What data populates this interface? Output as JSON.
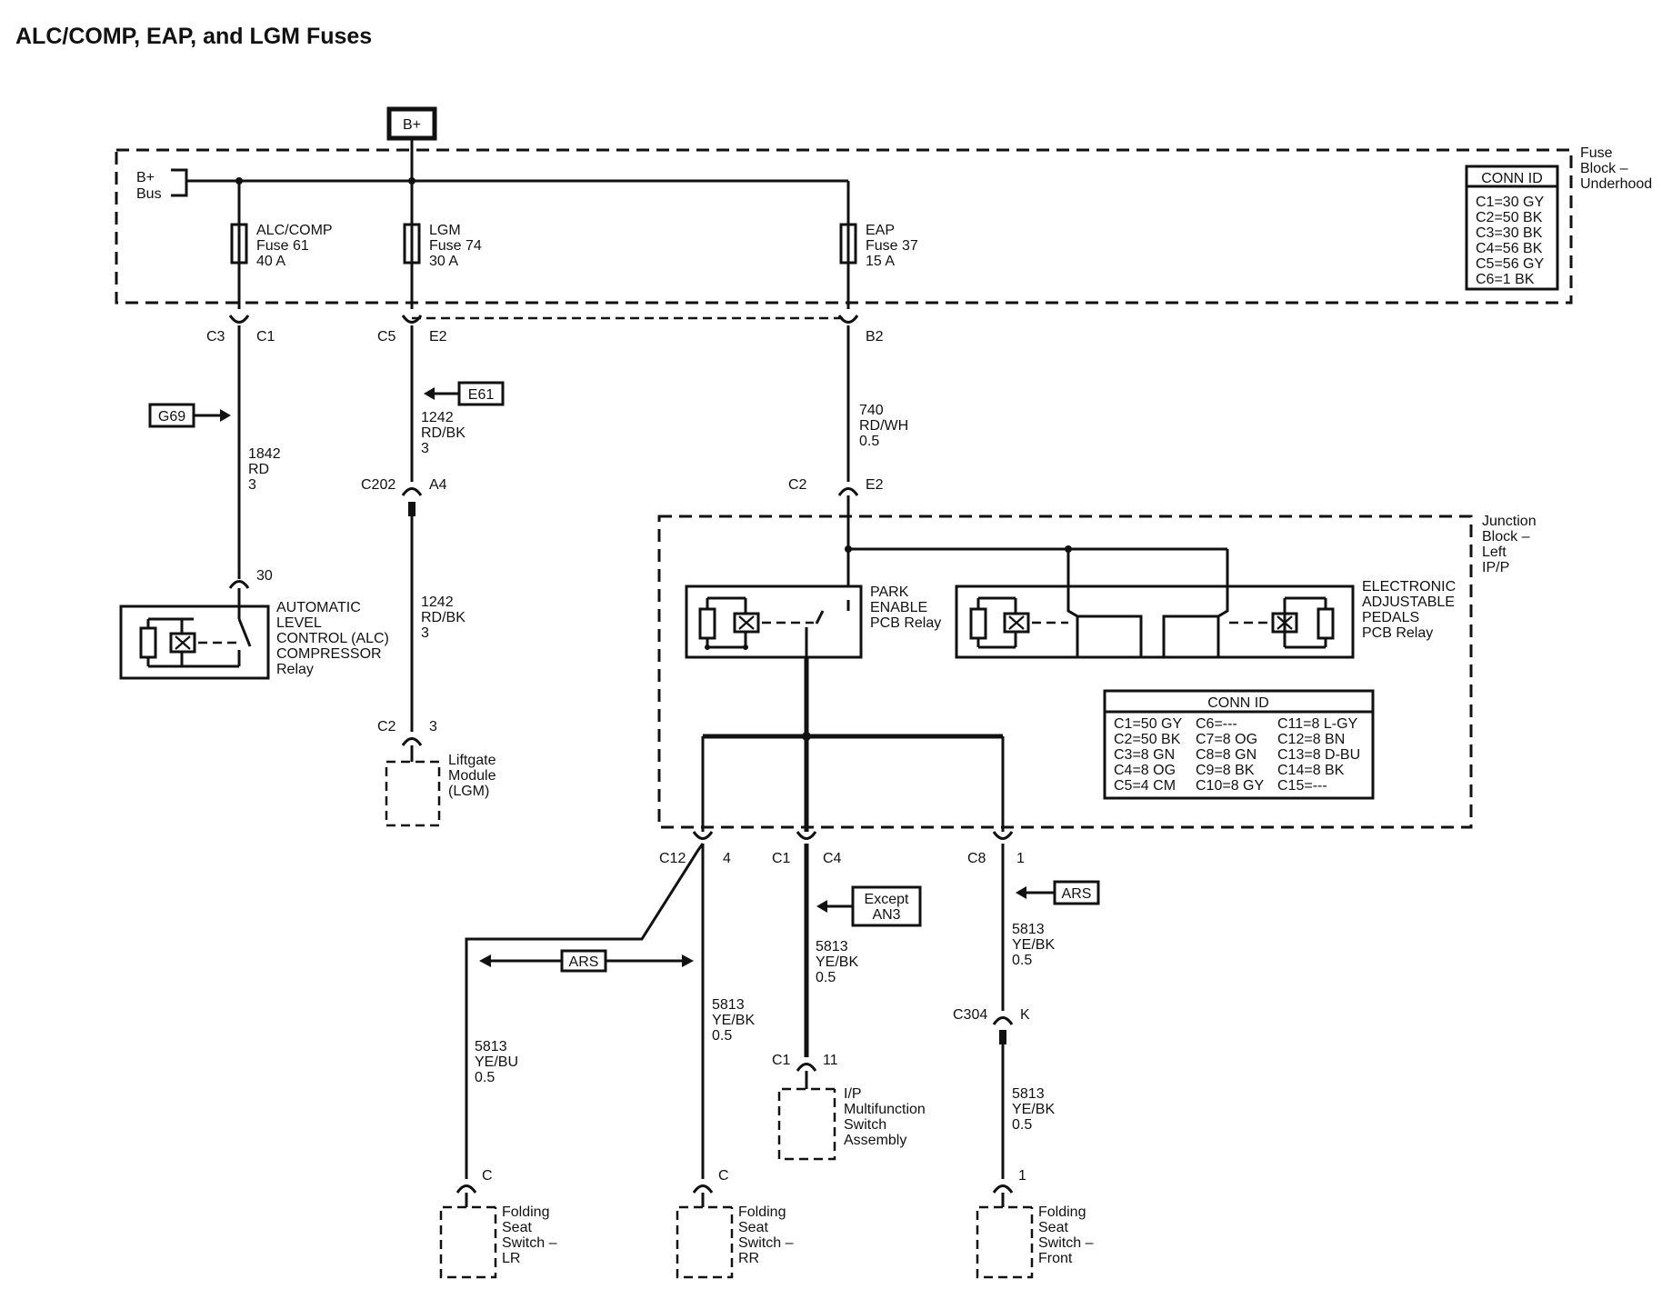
{
  "title": "ALC/COMP, EAP, and LGM Fuses",
  "power": {
    "source": "B+",
    "bus_line1": "B+",
    "bus_line2": "Bus"
  },
  "fuse_block": {
    "line1": "Fuse",
    "line2": "Block –",
    "line3": "Underhood"
  },
  "fuse_block_conn": {
    "header": "CONN ID",
    "rows": [
      "C1=30 GY",
      "C2=50 BK",
      "C3=30 BK",
      "C4=56 BK",
      "C5=56 GY",
      "C6=1 BK"
    ]
  },
  "fuses": [
    {
      "name": "ALC/COMP",
      "fuse": "Fuse 61",
      "rating": "40 A"
    },
    {
      "name": "LGM",
      "fuse": "Fuse 74",
      "rating": "30 A"
    },
    {
      "name": "EAP",
      "fuse": "Fuse 37",
      "rating": "15 A"
    }
  ],
  "connectors": {
    "alc_top_left": "C3",
    "alc_top_right": "C1",
    "lgm_top_left": "C5",
    "lgm_top_right": "E2",
    "eap_top_right": "B2",
    "lgm_mid_left": "C202",
    "lgm_mid_right": "A4",
    "eap_mid_left": "C2",
    "eap_mid_right": "E2",
    "alc_relay_pin": "30",
    "lgm_bottom_left": "C2",
    "lgm_bottom_right": "3",
    "out1_left": "C12",
    "out1_right": "4",
    "out2_left": "C1",
    "out2_right": "C4",
    "out3_left": "C8",
    "out3_right": "1",
    "c304_left": "C304",
    "c304_right": "K",
    "ipsw_left": "C1",
    "ipsw_right": "11",
    "lr_pin": "C",
    "rr_pin": "C",
    "front_pin": "1"
  },
  "references": {
    "g69": "G69",
    "e61": "E61",
    "except_line1": "Except",
    "except_line2": "AN3",
    "ars_right": "ARS",
    "ars_mid": "ARS"
  },
  "wires": {
    "w1842": [
      "1842",
      "RD",
      "3"
    ],
    "w1242_upper": [
      "1242",
      "RD/BK",
      "3"
    ],
    "w1242_lower": [
      "1242",
      "RD/BK",
      "3"
    ],
    "w740": [
      "740",
      "RD/WH",
      "0.5"
    ],
    "w5813_lr": [
      "5813",
      "YE/BU",
      "0.5"
    ],
    "w5813_rr": [
      "5813",
      "YE/BK",
      "0.5"
    ],
    "w5813_ip": [
      "5813",
      "YE/BK",
      "0.5"
    ],
    "w5813_front_upper": [
      "5813",
      "YE/BK",
      "0.5"
    ],
    "w5813_front_lower": [
      "5813",
      "YE/BK",
      "0.5"
    ]
  },
  "alc_relay": [
    "AUTOMATIC",
    "LEVEL",
    "CONTROL (ALC)",
    "COMPRESSOR",
    "Relay"
  ],
  "park_relay": [
    "PARK",
    "ENABLE",
    "PCB Relay"
  ],
  "eap_relay": [
    "ELECTRONIC",
    "ADJUSTABLE",
    "PEDALS",
    "PCB Relay"
  ],
  "junction_block": [
    "Junction",
    "Block –",
    "Left",
    "IP/P"
  ],
  "junction_conn": {
    "header": "CONN ID",
    "col1": [
      "C1=50 GY",
      "C2=50 BK",
      "C3=8 GN",
      "C4=8 OG",
      "C5=4 CM"
    ],
    "col2": [
      "C6=---",
      "C7=8 OG",
      "C8=8 GN",
      "C9=8 BK",
      "C10=8 GY"
    ],
    "col3": [
      "C11=8 L-GY",
      "C12=8 BN",
      "C13=8 D-BU",
      "C14=8 BK",
      "C15=---"
    ]
  },
  "components": {
    "lgm": [
      "Liftgate",
      "Module",
      "(LGM)"
    ],
    "ip_switch": [
      "I/P",
      "Multifunction",
      "Switch",
      "Assembly"
    ],
    "seat_lr": [
      "Folding",
      "Seat",
      "Switch –",
      "LR"
    ],
    "seat_rr": [
      "Folding",
      "Seat",
      "Switch –",
      "RR"
    ],
    "seat_front": [
      "Folding",
      "Seat",
      "Switch –",
      "Front"
    ]
  }
}
